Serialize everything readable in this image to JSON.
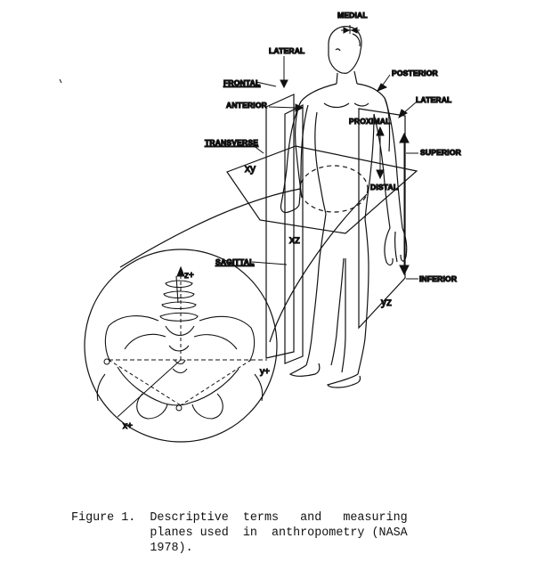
{
  "labels": {
    "medial": "MEDIAL",
    "lateral_left": "LATERAL",
    "posterior": "POSTERIOR",
    "lateral_right": "LATERAL",
    "frontal": "FRONTAL",
    "anterior": "ANTERIOR",
    "proximal": "PROXIMAL",
    "superior": "SUPERIOR",
    "transverse": "TRANSVERSE",
    "distal": "DISTAL",
    "sagittal": "SAGITTAL",
    "inferior": "INFERIOR"
  },
  "planes": {
    "xy": "xy",
    "xz": "xz",
    "yz": "yz"
  },
  "axes": {
    "z": "z+",
    "y": "y+",
    "x": "x+"
  },
  "caption": {
    "line1": "Figure 1.  Descriptive  terms   and   measuring",
    "line2": "           planes used  in  anthropometry (NASA",
    "line3": "           1978)."
  }
}
